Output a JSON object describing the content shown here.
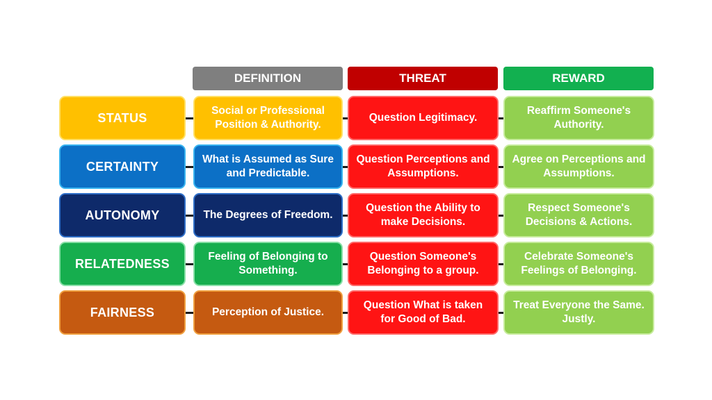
{
  "headers": {
    "definition": {
      "label": "DEFINITION",
      "color": "#7f7f7f"
    },
    "threat": {
      "label": "THREAT",
      "color": "#c00000"
    },
    "reward": {
      "label": "REWARD",
      "color": "#12b050"
    }
  },
  "rows": [
    {
      "category": "STATUS",
      "definition": "Social or Professional Position & Authority.",
      "threat": "Question Legitimacy.",
      "reward": "Reaffirm Someone's Authority.",
      "category_color": "#ffc000",
      "category_border": "#ffe066",
      "definition_color": "#ffc000",
      "definition_border": "#ffe066"
    },
    {
      "category": "CERTAINTY",
      "definition": "What is Assumed as Sure and Predictable.",
      "threat": "Question Perceptions and Assumptions.",
      "reward": "Agree on Perceptions and Assumptions.",
      "category_color": "#0c70c6",
      "category_border": "#38b4f0",
      "definition_color": "#0c70c6",
      "definition_border": "#38b4f0"
    },
    {
      "category": "AUTONOMY",
      "definition": "The Degrees of Freedom.",
      "threat": "Question the Ability to make Decisions.",
      "reward": "Respect Someone's Decisions & Actions.",
      "category_color": "#0e2a6a",
      "category_border": "#2f6fc8",
      "definition_color": "#0e2a6a",
      "definition_border": "#2f6fc8"
    },
    {
      "category": "RELATEDNESS",
      "definition": "Feeling of Belonging to Something.",
      "threat": "Question Someone's Belonging to a group.",
      "reward": "Celebrate Someone's Feelings of Belonging.",
      "category_color": "#16ae4e",
      "category_border": "#8ae0a8",
      "definition_color": "#16ae4e",
      "definition_border": "#8ae0a8"
    },
    {
      "category": "FAIRNESS",
      "definition": "Perception of Justice.",
      "threat": "Question What is taken for Good of Bad.",
      "reward": "Treat Everyone the Same. Justly.",
      "category_color": "#c55a11",
      "category_border": "#f0a040",
      "definition_color": "#c55a11",
      "definition_border": "#f0a040"
    }
  ],
  "colors": {
    "threat_fill": "#ff1414",
    "threat_border": "#ff6a6a",
    "reward_fill": "#92d050",
    "reward_border": "#c8ec9e",
    "connector": "#1a1a1a"
  }
}
